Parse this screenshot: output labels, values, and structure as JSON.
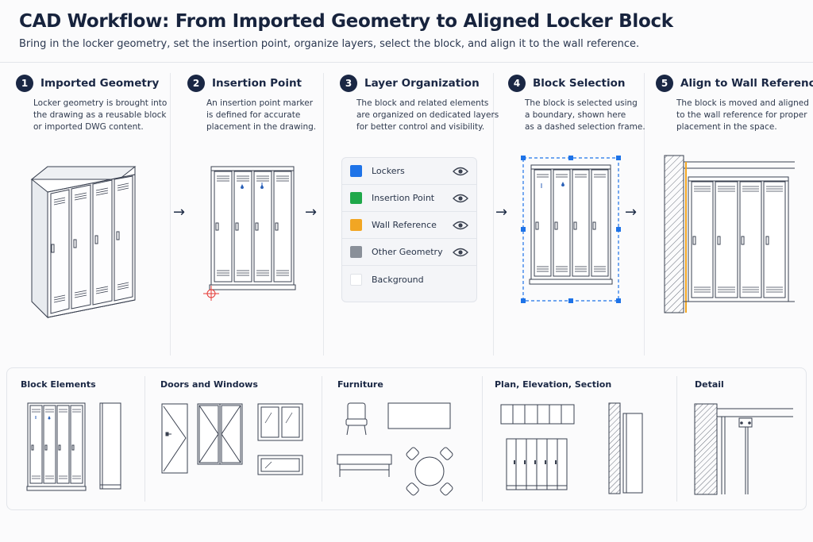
{
  "header": {
    "title": "CAD Workflow: From Imported Geometry to Aligned Locker Block",
    "subtitle": "Bring in the locker geometry, set the insertion point, organize layers, select the block, and align it to the wall reference."
  },
  "steps": [
    {
      "num": "1",
      "title": "Imported Geometry",
      "desc": [
        "Locker geometry is brought into",
        "the drawing as a reusable block",
        "or imported DWG content."
      ]
    },
    {
      "num": "2",
      "title": "Insertion Point",
      "desc": [
        "An insertion point marker",
        "is defined for accurate",
        "placement in the drawing."
      ]
    },
    {
      "num": "3",
      "title": "Layer Organization",
      "desc": [
        "The block and related elements",
        "are organized on dedicated layers",
        "for better control and visibility."
      ]
    },
    {
      "num": "4",
      "title": "Block Selection",
      "desc": [
        "The block is selected using",
        "a boundary, shown here",
        "as a dashed selection frame."
      ]
    },
    {
      "num": "5",
      "title": "Align to Wall Reference",
      "desc": [
        "The block is moved and aligned",
        "to the wall reference for proper",
        "placement in the space."
      ]
    }
  ],
  "arrow_glyph": "→",
  "layers": [
    {
      "name": "Lockers",
      "color": "#1e73e8",
      "visible": true
    },
    {
      "name": "Insertion Point",
      "color": "#1fa84a",
      "visible": true
    },
    {
      "name": "Wall Reference",
      "color": "#f2a623",
      "visible": true
    },
    {
      "name": "Other Geometry",
      "color": "#8a9099",
      "visible": true
    },
    {
      "name": "Background",
      "color": "#ffffff",
      "visible": false
    }
  ],
  "library": {
    "sections": [
      {
        "title": "Block Elements"
      },
      {
        "title": "Doors and Windows"
      },
      {
        "title": "Furniture"
      },
      {
        "title": "Plan, Elevation, Section"
      },
      {
        "title": "Detail"
      }
    ]
  },
  "colors": {
    "accent": "#1e73e8",
    "navy": "#1a2744",
    "insertion": "#e53935",
    "wall_ref": "#f2a623"
  }
}
